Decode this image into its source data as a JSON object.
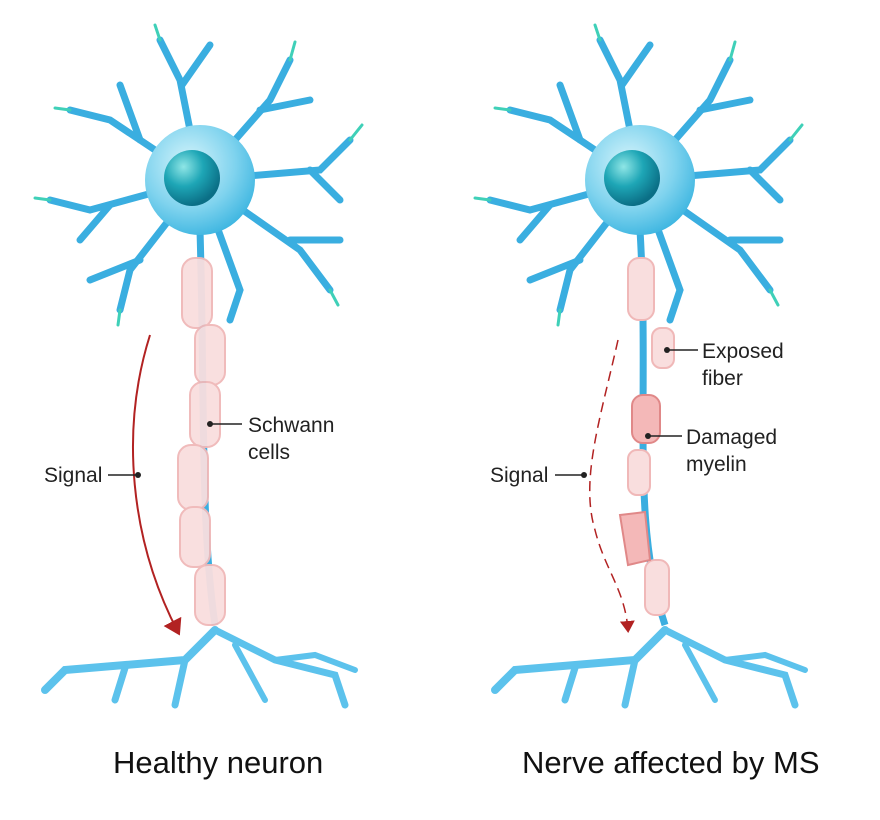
{
  "panels": [
    {
      "title": "Healthy neuron",
      "labels": {
        "signal": "Signal",
        "schwann_line1": "Schwann",
        "schwann_line2": "cells"
      }
    },
    {
      "title": "Nerve affected by MS",
      "labels": {
        "signal": "Signal",
        "exposed_line1": "Exposed",
        "exposed_line2": "fiber",
        "damaged_line1": "Damaged",
        "damaged_line2": "myelin"
      }
    }
  ],
  "colors": {
    "dendrite": "#3aaee0",
    "dendrite_tip": "#3fd0b8",
    "soma": "#7fd3ee",
    "nucleus": "#1e9fb0",
    "myelin": "#f9dede",
    "myelin_damaged": "#f2a9a9",
    "signal": "#b22222"
  }
}
